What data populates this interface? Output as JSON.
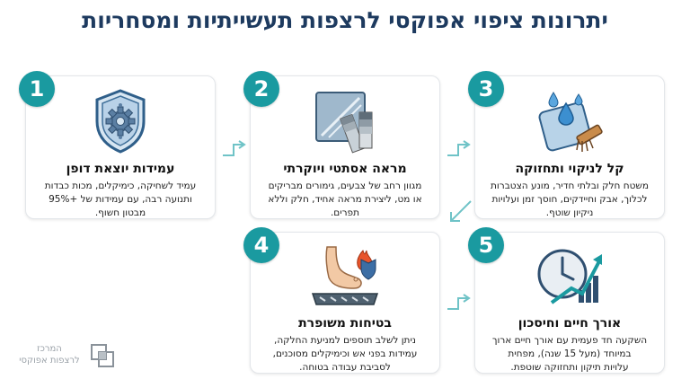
{
  "title": "יתרונות ציפוי אפוקסי לרצפות תעשייתיות ומסחריות",
  "colors": {
    "accent": "#1a9aa0",
    "title": "#1d3a5f"
  },
  "cards": [
    {
      "number": "1",
      "icon": "shield-gear-icon",
      "title": "עמידות יוצאת דופן",
      "lines": [
        "עמיד לשחיקה, כימיקלים, מכות כבדות",
        "ותנועה רבה, עם עמידות של +95%",
        "מבטון חשוף."
      ]
    },
    {
      "number": "2",
      "icon": "color-swatch-icon",
      "title": "מראה אסתטי ויוקרתי",
      "lines": [
        "מגוון רחב של צבעים, גימורים מבריקים",
        "או מט, ליצירת מראה אחיד, חלק וללא",
        "תפרים."
      ]
    },
    {
      "number": "3",
      "icon": "cleaning-sponge-icon",
      "title": "קל לניקוי ותחזוקה",
      "lines": [
        "משטח חלק ובלתי חדיר, מונע הצטברות",
        "לכלוך, אבק וחיידקים, חוסך זמן ועלויות",
        "ניקיון שוטף."
      ]
    },
    {
      "number": "4",
      "icon": "anti-slip-foot-icon",
      "title": "בטיחות משופרת",
      "lines": [
        "ניתן לשלב תוספים למניעת החלקה,",
        "עמידות בפני אש וכימיקלים מסוכנים,",
        "לסביבת עבודה בטוחה."
      ]
    },
    {
      "number": "5",
      "icon": "clock-growth-icon",
      "title": "אורך חיים וחיסכון",
      "lines": [
        "השקעה חד פעמית עם אורך חיים ארוך",
        "במיוחד (מעל 15 שנה), מפחית",
        "עלויות תיקון ותחזוקה שוטפת."
      ]
    }
  ],
  "logo": {
    "line1": "המרכז",
    "line2": "לרצפות אפוקסי"
  }
}
